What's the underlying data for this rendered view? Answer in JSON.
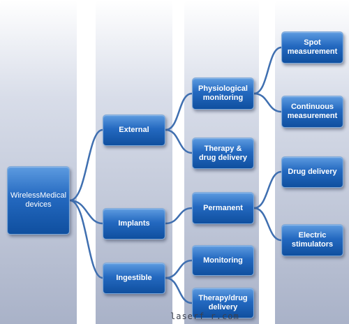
{
  "diagram": {
    "root": "WirelessMedical devices",
    "level1": {
      "external": "External",
      "implants": "Implants",
      "ingestible": "Ingestible"
    },
    "level2": {
      "physiological": "Physiological monitoring",
      "therapy_external": "Therapy & drug delivery",
      "permanent": "Permanent",
      "monitoring": "Monitoring",
      "therapy_ingestible": "Therapy/drug delivery"
    },
    "level3": {
      "spot": "Spot measurement",
      "continuous": "Continuous measurement",
      "drug_delivery": "Drug delivery",
      "electric": "Electric stimulators"
    },
    "watermark": "laserf   r.com",
    "colors": {
      "node": "#1f63b8",
      "connector": "#3f6fb0",
      "column": "#b4bccf"
    }
  }
}
